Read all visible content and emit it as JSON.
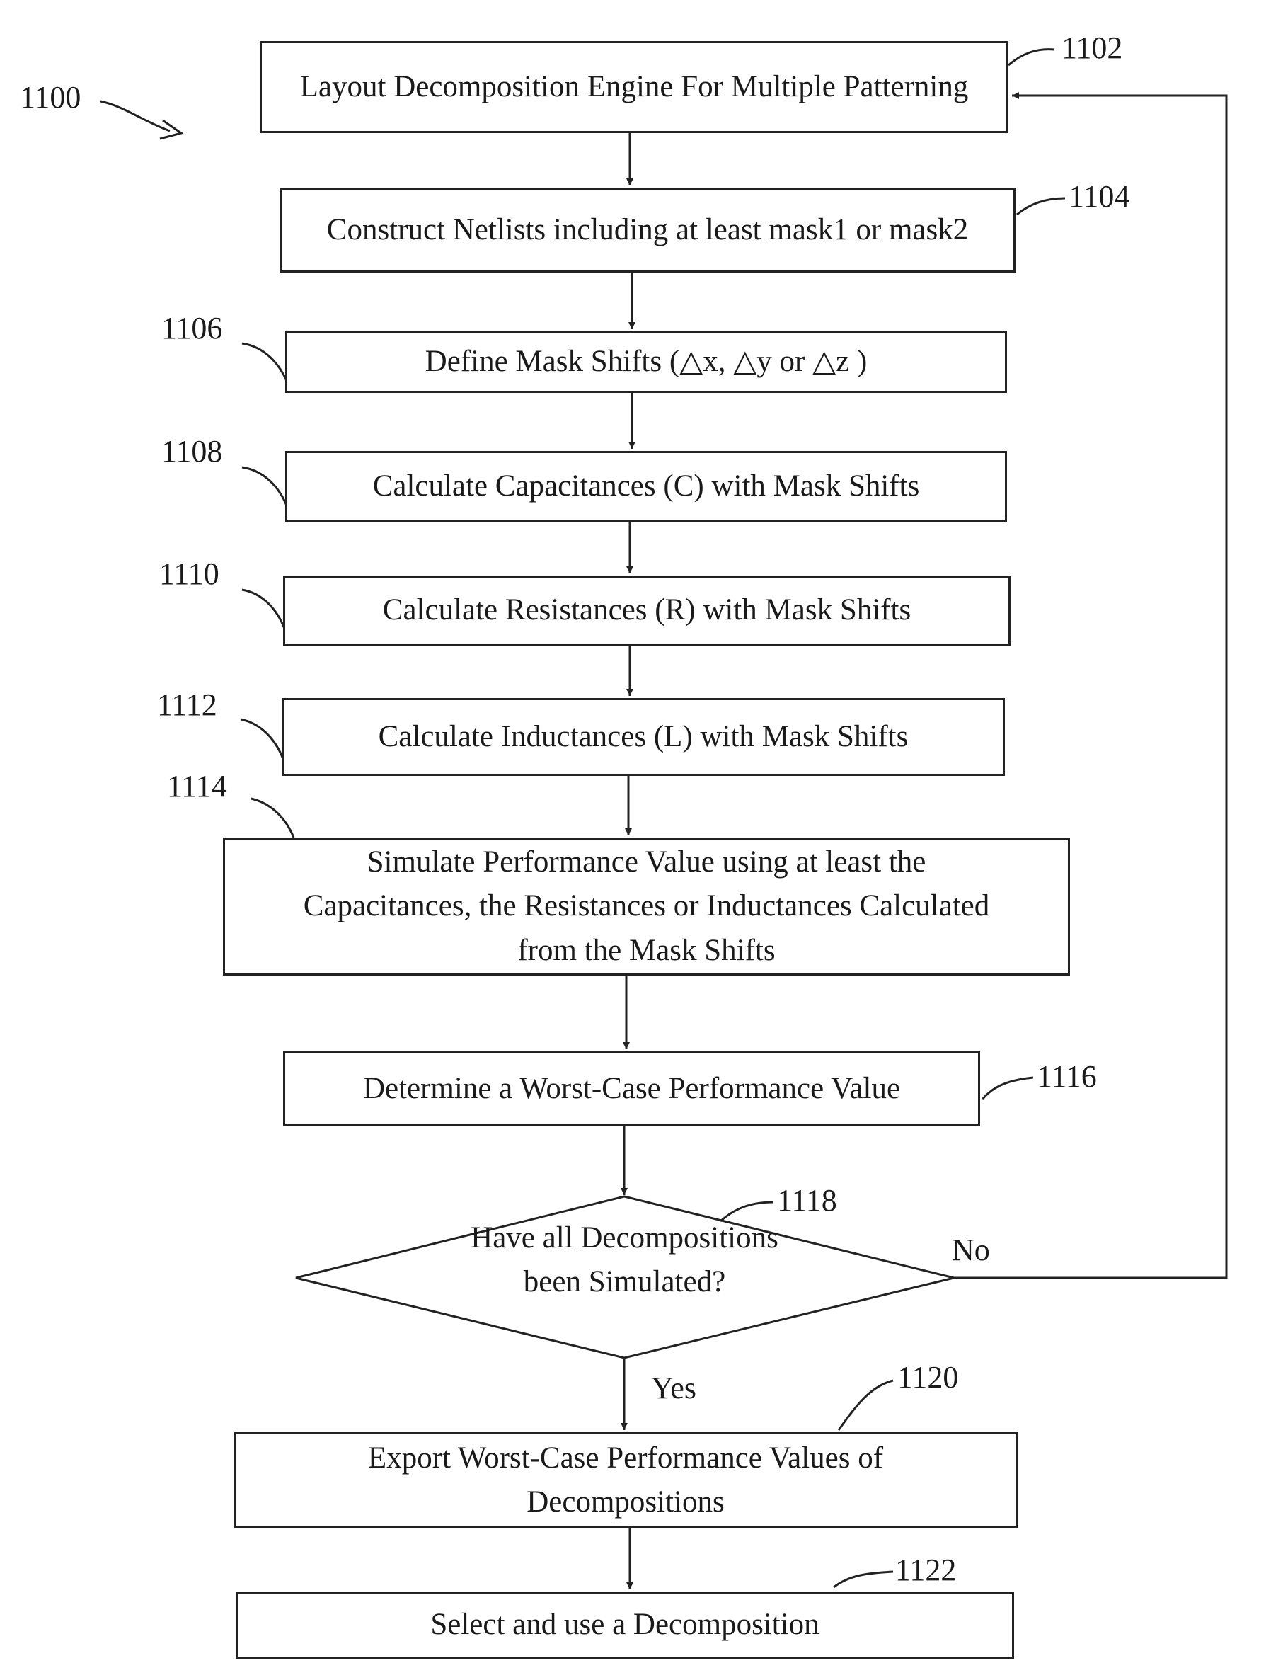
{
  "figure": {
    "ref": "1100",
    "steps": [
      {
        "id": "1102",
        "text": "Layout Decomposition Engine For Multiple Patterning"
      },
      {
        "id": "1104",
        "text": "Construct Netlists including at least mask1 or mask2"
      },
      {
        "id": "1106",
        "text": "Define Mask Shifts (△x, △y or △z )"
      },
      {
        "id": "1108",
        "text": "Calculate Capacitances (C) with Mask Shifts"
      },
      {
        "id": "1110",
        "text": "Calculate Resistances (R) with Mask Shifts"
      },
      {
        "id": "1112",
        "text": "Calculate Inductances (L) with Mask Shifts"
      },
      {
        "id": "1114",
        "text": "Simulate Performance Value using at least the Capacitances, the Resistances or Inductances Calculated from the Mask Shifts"
      },
      {
        "id": "1116",
        "text": "Determine a Worst-Case Performance Value"
      },
      {
        "id": "1120",
        "text": "Export Worst-Case Performance Values of Decompositions"
      },
      {
        "id": "1122",
        "text": "Select and use a Decomposition"
      }
    ],
    "decision": {
      "id": "1118",
      "text": "Have all Decompositions been Simulated?",
      "yes_label": "Yes",
      "no_label": "No"
    }
  }
}
